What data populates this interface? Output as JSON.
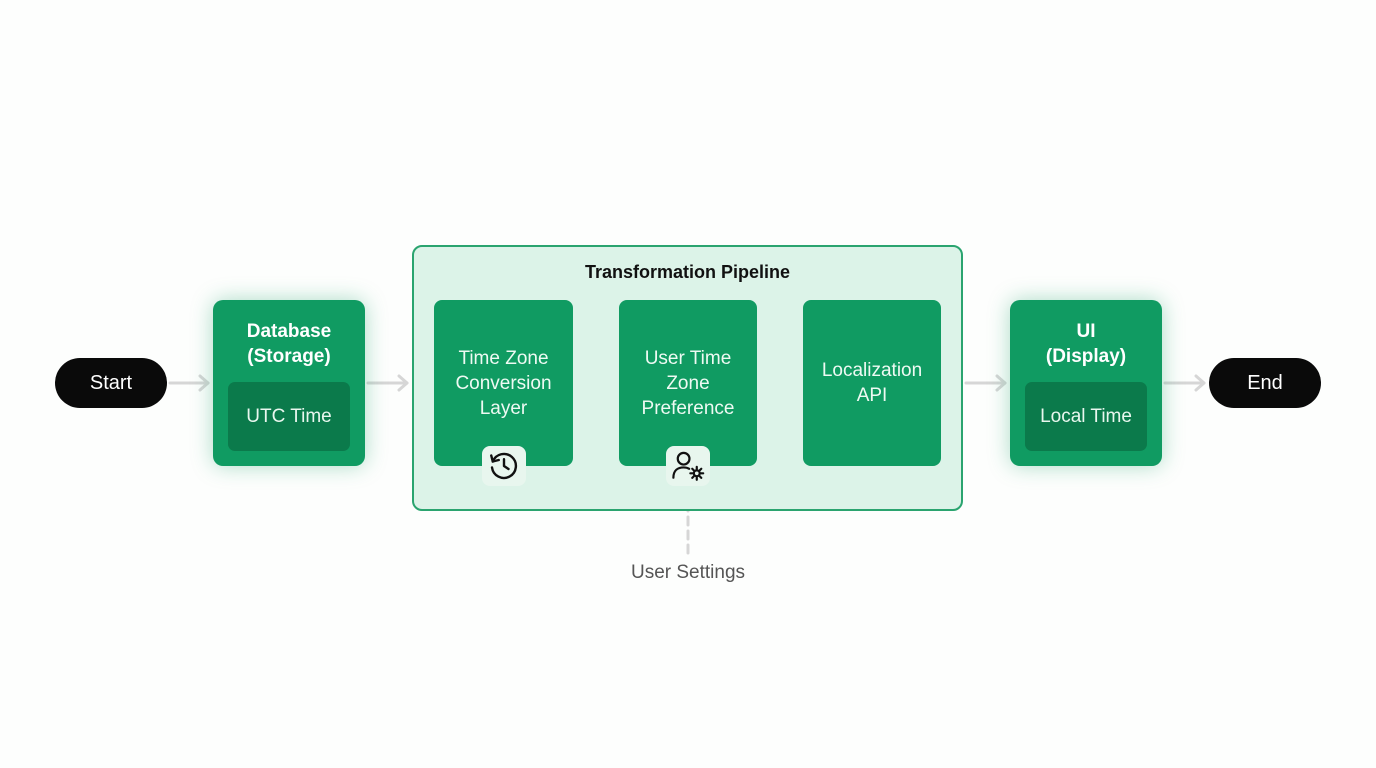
{
  "diagram": {
    "start_label": "Start",
    "end_label": "End",
    "database": {
      "title_line1": "Database",
      "title_line2": "(Storage)",
      "inner": "UTC Time"
    },
    "pipeline": {
      "title": "Transformation Pipeline",
      "steps": [
        {
          "line1": "Time Zone",
          "line2": "Conversion",
          "line3": "Layer",
          "icon": "history-icon"
        },
        {
          "line1": "User Time",
          "line2": "Zone",
          "line3": "Preference",
          "icon": "user-settings-icon"
        },
        {
          "line1": "Localization",
          "line2": "API"
        }
      ]
    },
    "ui": {
      "title_line1": "UI",
      "title_line2": "(Display)",
      "inner": "Local Time"
    },
    "user_settings_label": "User Settings",
    "colors": {
      "node_green": "#109b62",
      "inner_green": "#0b7a4b",
      "pipeline_fill": "#dcf3e8",
      "pipeline_border": "#2aa46f",
      "terminal": "#0a0a0a",
      "arrow": "#d4d4d4"
    }
  }
}
